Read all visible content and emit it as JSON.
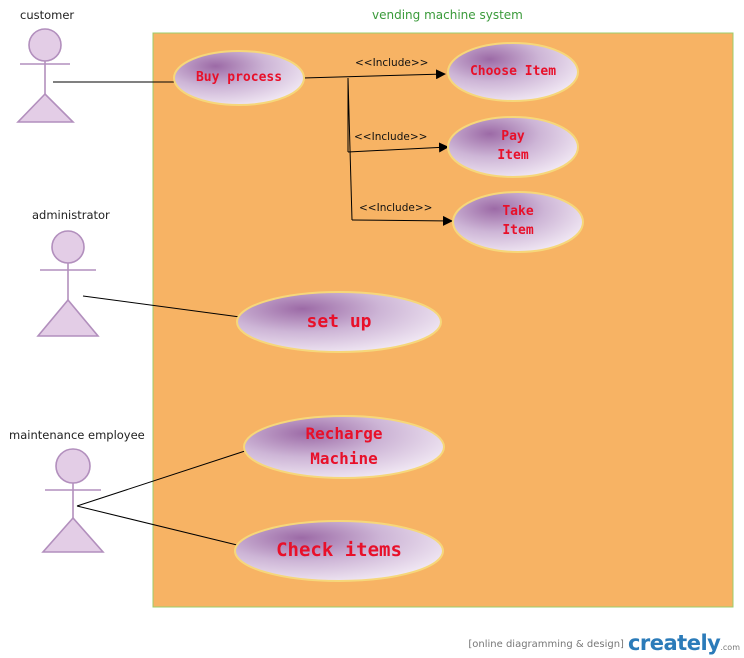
{
  "diagram": {
    "system_title": "vending machine  system",
    "actors": {
      "customer": "customer",
      "administrator": "administrator",
      "maintenance": "maintenance employee"
    },
    "use_cases": {
      "buy_process": [
        "Buy process"
      ],
      "choose_item": [
        "Choose Item"
      ],
      "pay_item": [
        "Pay",
        "Item"
      ],
      "take_item": [
        "Take",
        "Item"
      ],
      "set_up": [
        "set up"
      ],
      "recharge_machine": [
        "Recharge",
        "Machine"
      ],
      "check_items": [
        "Check items"
      ]
    },
    "include_label": "<<Include>>",
    "include_label_2": "<<Include>>",
    "include_label_3": "<<Include>>",
    "colors": {
      "system_fill": "#f7b364",
      "system_border": "#9ccc6a",
      "actor_fill": "#e3cde6",
      "actor_stroke": "#b28fbd",
      "usecase_text": "#e8102a",
      "usecase_border": "#f6d77a"
    }
  },
  "footer": {
    "tagline": "[online diagramming & design]",
    "brand": "creately",
    "brand_suffix": ".com"
  }
}
